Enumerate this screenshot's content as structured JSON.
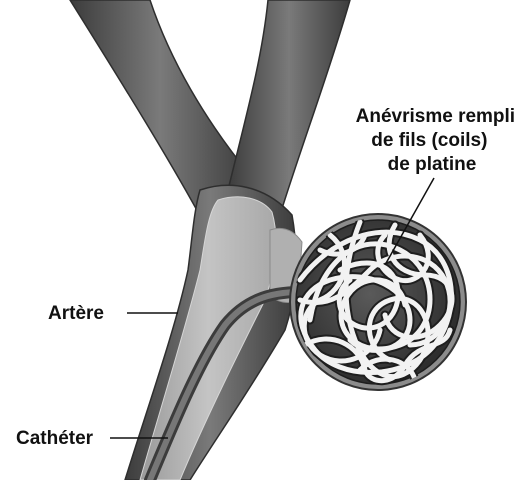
{
  "labels": {
    "aneurysm": [
      "Anévrisme rempli",
      "de fils (coils)",
      "de platine"
    ],
    "artery": "Artère",
    "catheter": "Cathéter"
  },
  "colors": {
    "vessel_dark": "#4a4a4a",
    "vessel_mid": "#6a6a6a",
    "vessel_light": "#8a8a8a",
    "lumen_fill": "#b4b4b4",
    "lumen_edge": "#d8d8d8",
    "aneurysm_fill": "#3a3a3a",
    "aneurysm_rim": "#8c8c8c",
    "coil_outline": "#2a2a2a",
    "coil_fill": "#f2f2f2",
    "catheter": "#555555",
    "label_text": "#111111"
  },
  "icons": {
    "aneurysm": "coiled-aneurysm-illustration",
    "artery": "artery-illustration",
    "catheter": "catheter-illustration"
  }
}
